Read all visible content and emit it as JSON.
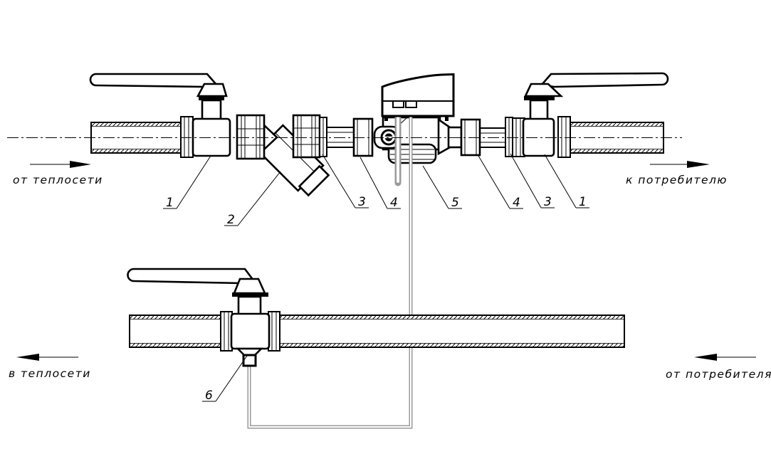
{
  "diagram": {
    "kind": "heat-meter-piping-installation-scheme",
    "flow_labels": {
      "supply_in": "от теплосети",
      "supply_out": "к потребителю",
      "return_out": "в теплосети",
      "return_in": "от потребителя"
    },
    "callouts": [
      {
        "target": "ball-valve-supply-left",
        "label": "1"
      },
      {
        "target": "y-strainer",
        "label": "2"
      },
      {
        "target": "union-connector-left",
        "label": "3"
      },
      {
        "target": "union-nut-left",
        "label": "4"
      },
      {
        "target": "heat-meter",
        "label": "5"
      },
      {
        "target": "union-nut-right",
        "label": "4"
      },
      {
        "target": "union-connector-right",
        "label": "3"
      },
      {
        "target": "ball-valve-supply-right",
        "label": "1"
      },
      {
        "target": "return-temp-sensor-valve",
        "label": "6"
      }
    ],
    "colors": {
      "line": "#000000",
      "cable": "#9a9a9a",
      "background": "#ffffff"
    }
  }
}
